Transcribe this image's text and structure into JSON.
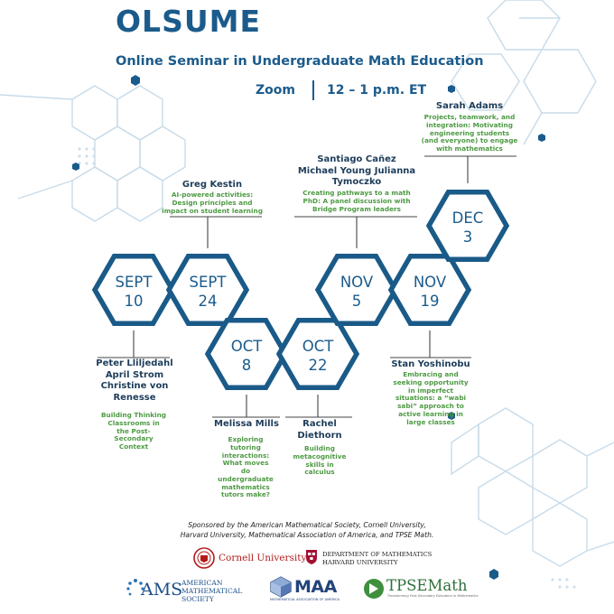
{
  "header": {
    "title": "OLSUME",
    "subtitle": "Online Seminar in Undergraduate Math Education",
    "platform": "Zoom",
    "time": "12 – 1 p.m. ET"
  },
  "sessions": [
    {
      "month": "SEPT",
      "day": "10",
      "speakers": [
        "Peter Lliljedahl",
        "April Strom",
        "Christine von",
        "Renesse"
      ],
      "desc": [
        "Building Thinking",
        "Classrooms in",
        "the Post-",
        "Secondary",
        "Context"
      ]
    },
    {
      "month": "SEPT",
      "day": "24",
      "speakers": [
        "Greg Kestin"
      ],
      "desc": [
        "AI-powered activities:",
        "Design principles and",
        "impact on student learning"
      ]
    },
    {
      "month": "OCT",
      "day": "8",
      "speakers": [
        "Melissa Mills"
      ],
      "desc": [
        "Exploring",
        "tutoring",
        "interactions:",
        "What moves",
        "do",
        "undergraduate",
        "mathematics",
        "tutors make?"
      ]
    },
    {
      "month": "OCT",
      "day": "22",
      "speakers": [
        "Rachel",
        "Diethorn"
      ],
      "desc": [
        "Building",
        "metacognitive",
        "skills in",
        "calculus"
      ]
    },
    {
      "month": "NOV",
      "day": "5",
      "speakers": [
        "Santiago Cañez",
        "Michael Young Julianna",
        "Tymoczko"
      ],
      "desc": [
        "Creating pathways to a math",
        "PhD: A panel discussion with",
        "Bridge Program leaders"
      ]
    },
    {
      "month": "NOV",
      "day": "19",
      "speakers": [
        "Stan Yoshinobu"
      ],
      "desc": [
        "Embracing and",
        "seeking opportunity",
        "in imperfect",
        "situations: a “wabi",
        "sabi” approach to",
        "active learning in",
        "large classes"
      ]
    },
    {
      "month": "DEC",
      "day": "3",
      "speakers": [
        "Sarah Adams"
      ],
      "desc": [
        "Projects, teamwork, and",
        "integration: Motivating",
        "engineering students",
        "(and everyone) to engage",
        "with mathematics"
      ]
    }
  ],
  "sponsor_text": [
    "Sponsored by the American Mathematical Society, Cornell University,",
    "Harvard University, Mathematical Association of America, and TPSE Math."
  ],
  "logos": {
    "cornell": "Cornell University",
    "harvard_line1": "DEPARTMENT OF MATHEMATICS",
    "harvard_line2": "HARVARD UNIVERSITY",
    "ams_short": "AMS",
    "ams_line1": "AMERICAN",
    "ams_line2": "MATHEMATICAL",
    "ams_line3": "SOCIETY",
    "maa_short": "MAA",
    "maa_full": "MATHEMATICAL ASSOCIATION OF AMERICA",
    "tpse": "TPSEMath",
    "tpse_tagline": "Transforming Post-Secondary Education in Mathematics"
  },
  "colors": {
    "navy": "#1b5b8c",
    "hex_stroke": "#1a5a88",
    "green": "#4d9a43",
    "cornell_red": "#b31b1b",
    "harvard_red": "#a41034",
    "tpse_green": "#3f8f3f"
  }
}
